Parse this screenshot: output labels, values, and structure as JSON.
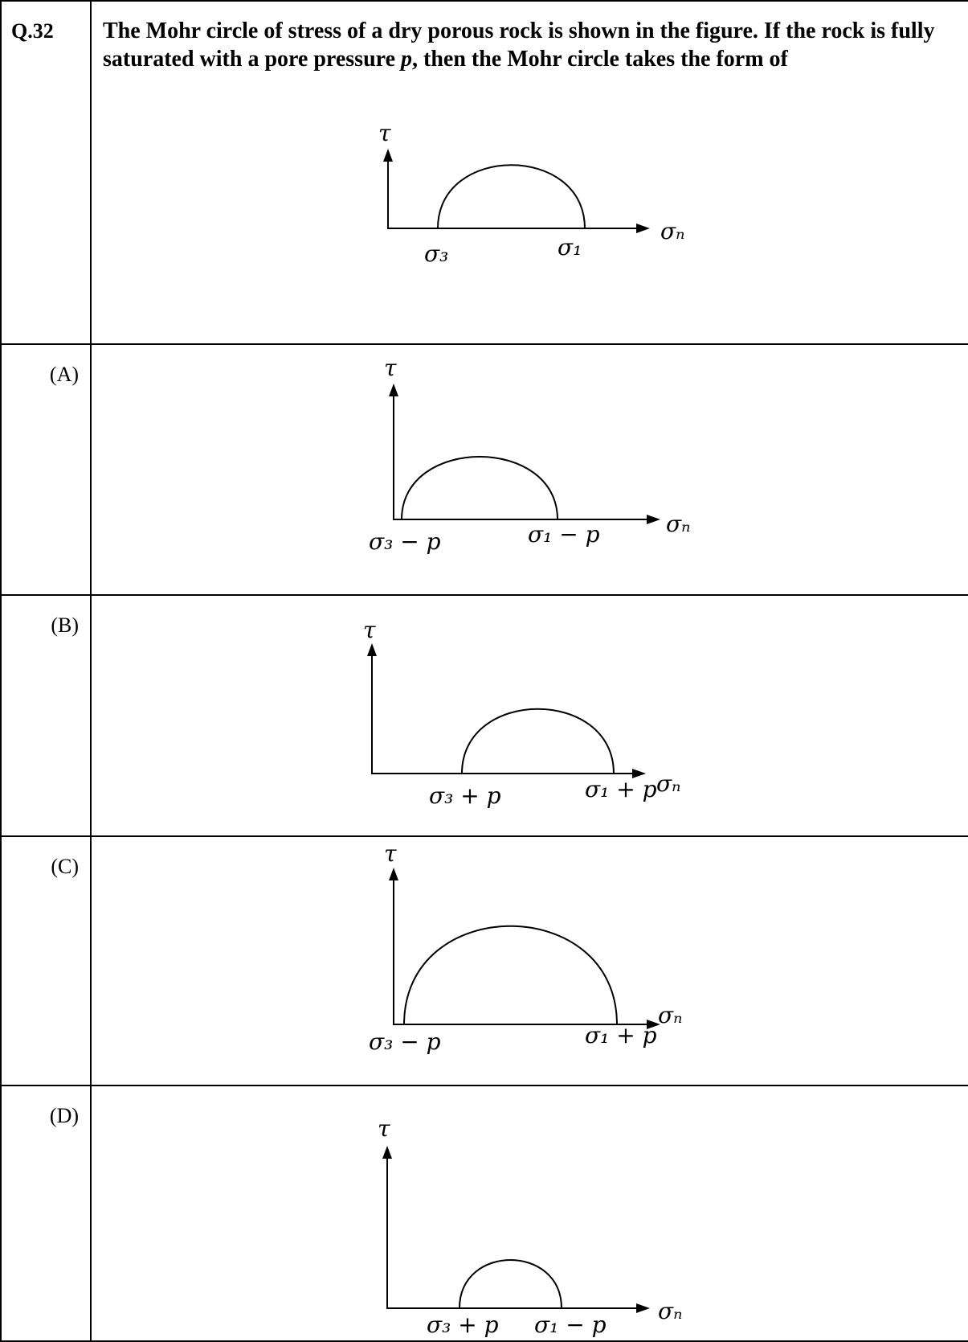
{
  "question": {
    "number": "Q.32",
    "text_before": "The Mohr circle of stress of a dry porous rock is shown in the figure. If the rock is fully saturated with a pore pressure ",
    "variable": "p",
    "text_after": ", then the Mohr circle takes the form of",
    "figure": {
      "tau_label": "τ",
      "axis_label": "σₙ",
      "left_label": "σ₃",
      "right_label": "σ₁"
    }
  },
  "options": [
    {
      "label": "(A)",
      "tau_label": "τ",
      "axis_label": "σₙ",
      "left_label": "σ₃ − p",
      "right_label": "σ₁ − p"
    },
    {
      "label": "(B)",
      "tau_label": "τ",
      "axis_label": "σₙ",
      "left_label": "σ₃ + p",
      "right_label": "σ₁ + p"
    },
    {
      "label": "(C)",
      "tau_label": "τ",
      "axis_label": "σₙ",
      "left_label": "σ₃ − p",
      "right_label": "σ₁ + p"
    },
    {
      "label": "(D)",
      "tau_label": "τ",
      "axis_label": "σₙ",
      "left_label": "σ₃ + p",
      "right_label": "σ₁ − p"
    }
  ]
}
